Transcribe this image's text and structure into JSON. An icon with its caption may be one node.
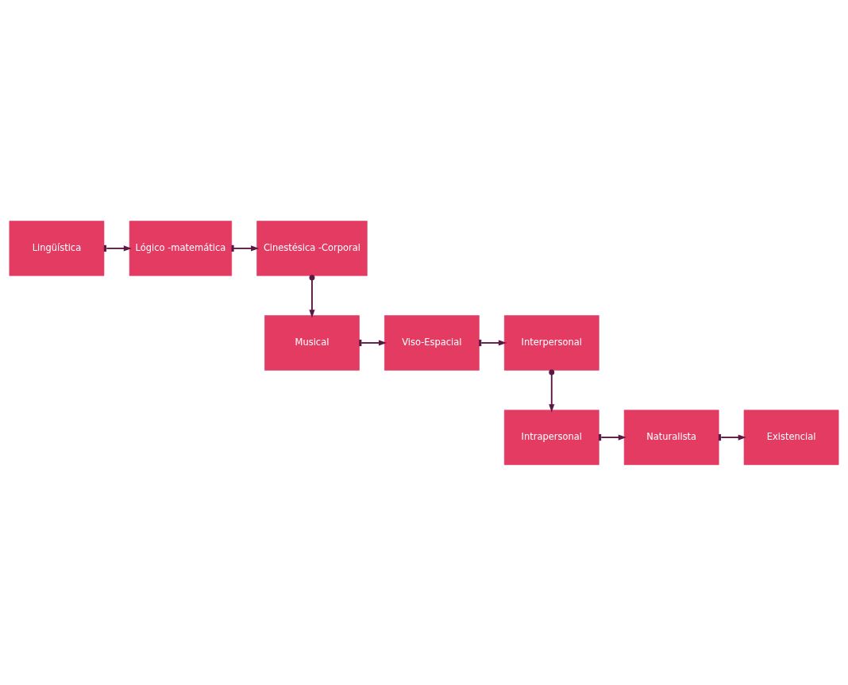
{
  "diagram": {
    "nodes": [
      {
        "text": [
          "Lingüística"
        ]
      },
      {
        "text": [
          "Lógico -matemática"
        ]
      },
      {
        "text": [
          "Cinestésica -Corporal"
        ]
      },
      {
        "text": [
          "Musical"
        ]
      },
      {
        "text": [
          "Viso-Espacial"
        ]
      },
      {
        "text": [
          "Interpersonal"
        ]
      },
      {
        "text": [
          "Intrapersonal"
        ]
      },
      {
        "text": [
          "Naturalista"
        ]
      },
      {
        "text": [
          "Existencial"
        ]
      }
    ],
    "edges": [
      {
        "from": 0,
        "to": 1,
        "arrow": "to"
      },
      {
        "from": 1,
        "to": 2,
        "arrow": "to"
      },
      {
        "from": 2,
        "to": 3,
        "arrow": "to"
      },
      {
        "from": 3,
        "to": 4,
        "arrow": "to"
      },
      {
        "from": 4,
        "to": 5,
        "arrow": "to"
      },
      {
        "from": 5,
        "to": 6,
        "arrow": "to"
      },
      {
        "from": 6,
        "to": 7,
        "arrow": "to"
      },
      {
        "from": 7,
        "to": 8,
        "arrow": "to"
      }
    ]
  }
}
